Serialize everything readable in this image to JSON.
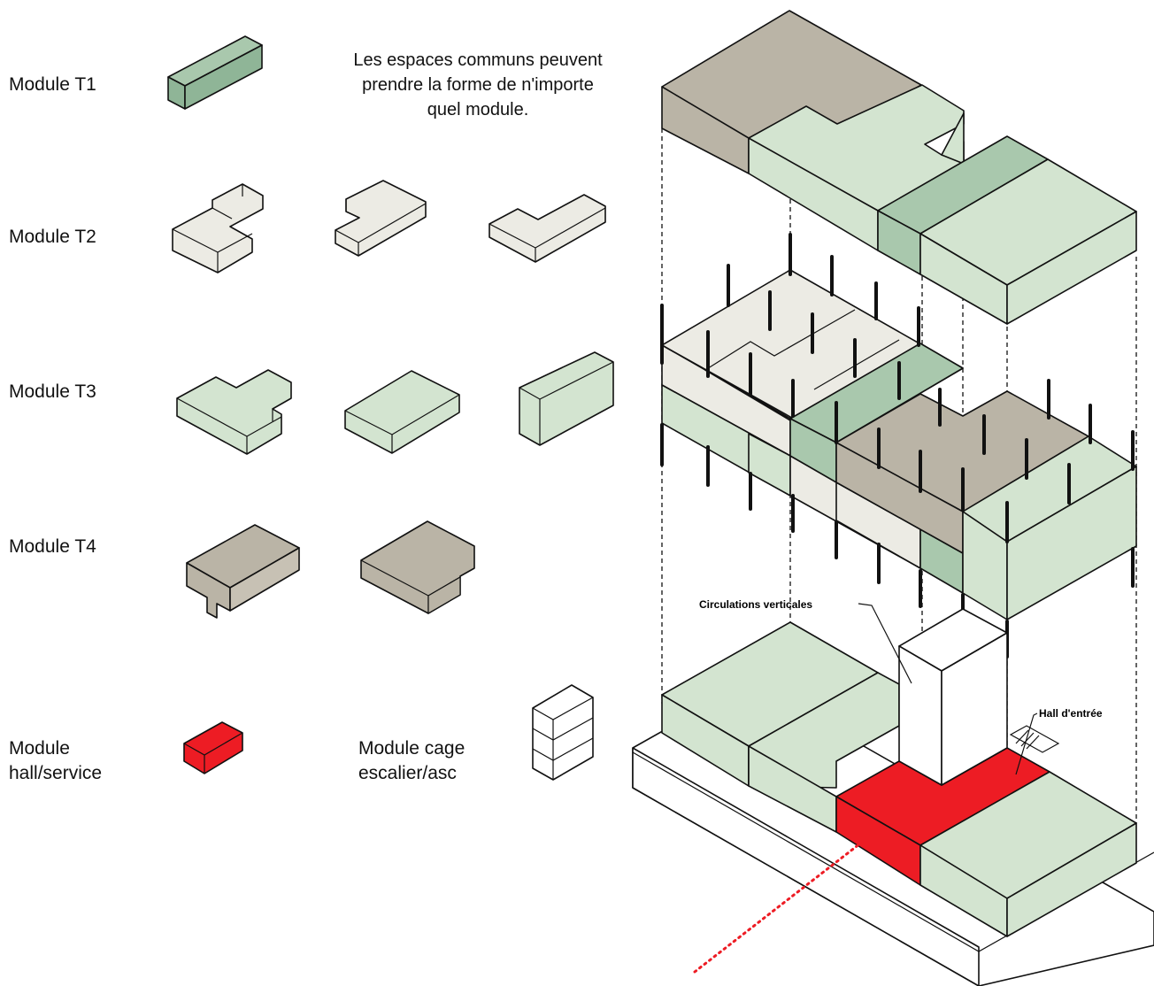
{
  "legend": {
    "t1": {
      "label": "Module T1"
    },
    "t2": {
      "label": "Module T2"
    },
    "t3": {
      "label": "Module T3"
    },
    "t4": {
      "label": "Module T4"
    },
    "hall": {
      "label_line1": "Module",
      "label_line2": "hall/service"
    },
    "stair": {
      "label_line1": "Module cage",
      "label_line2": "escalier/asc"
    }
  },
  "note": {
    "line1": "Les espaces communs peuvent",
    "line2": "prendre la forme de n'importe",
    "line3": "quel module."
  },
  "callouts": {
    "vertical_circulation": "Circulations verticales",
    "entrance_hall": "Hall d'entrée"
  },
  "colors": {
    "t1_green": "#8fb597",
    "light_green": "#d3e4d0",
    "dark_green": "#a9c8ad",
    "t2_cream": "#ecebe4",
    "t4_taupe": "#bab4a6",
    "t4_taupe_side": "#c7c1b4",
    "hall_red": "#ed1c24",
    "outline": "#111111"
  }
}
